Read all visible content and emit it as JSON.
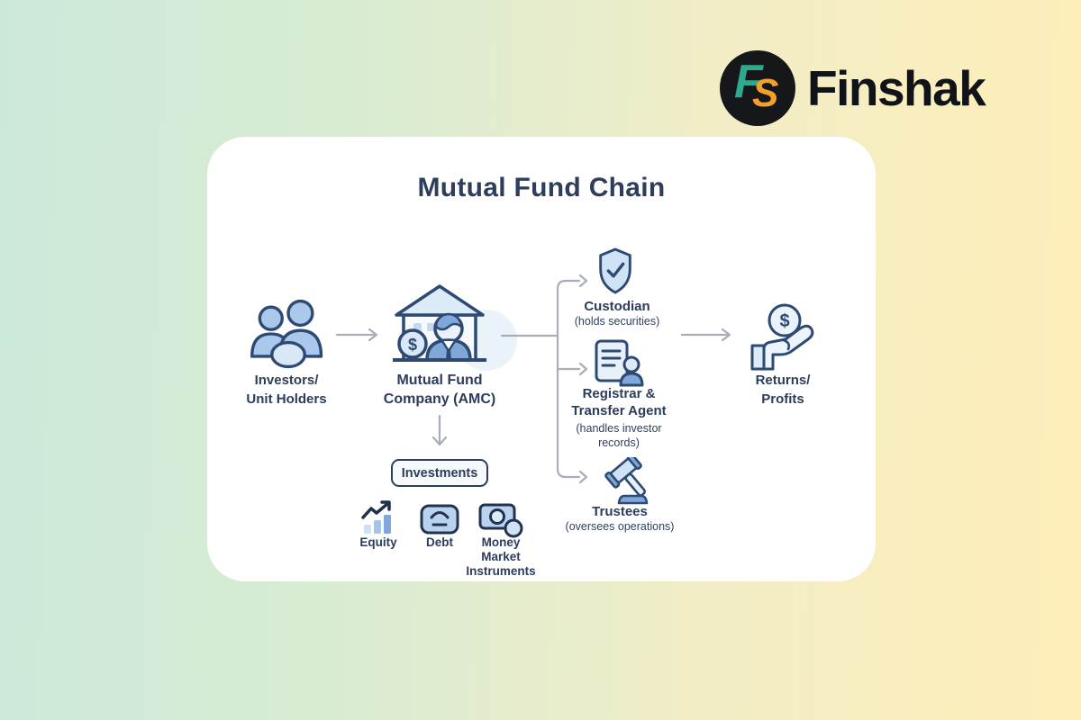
{
  "brand": {
    "name": "Finshak",
    "monogram": {
      "f": "F",
      "s": "S"
    },
    "colors": {
      "mark_bg": "#15171a",
      "f": "#2fa98c",
      "s": "#f1a02c",
      "text": "#101418"
    }
  },
  "diagram": {
    "title": "Mutual Fund Chain",
    "nodes": {
      "investors": {
        "line1": "Investors/",
        "line2": "Unit Holders"
      },
      "amc": {
        "line1": "Mutual Fund",
        "line2": "Company (AMC)",
        "coin_symbol": "$"
      },
      "investments": {
        "label": "Investments"
      },
      "equity": {
        "label": "Equity"
      },
      "debt": {
        "label": "Debt"
      },
      "money_market": {
        "line1": "Money",
        "line2": "Market",
        "line3": "Instruments"
      },
      "custodian": {
        "label": "Custodian",
        "sublabel": "(holds securities)"
      },
      "registrar": {
        "line1": "Registrar &",
        "line2": "Transfer Agent",
        "sub1": "(handles investor",
        "sub2": "records)"
      },
      "trustees": {
        "label": "Trustees",
        "sublabel": "(oversees operations)"
      },
      "returns": {
        "line1": "Returns/",
        "line2": "Profits",
        "coin_symbol": "$"
      }
    },
    "colors": {
      "title_text": "#2d3e5c",
      "label_text": "#2c3d5b",
      "icon_stroke": "#2e4a73",
      "icon_fill_light": "#dcebf8",
      "icon_fill_medium": "#a9c8ec",
      "connector_gray": "#a8aeb8",
      "card_bg": "#ffffff",
      "bg_left": "#cbe9da",
      "bg_right": "#feeeb9"
    }
  }
}
